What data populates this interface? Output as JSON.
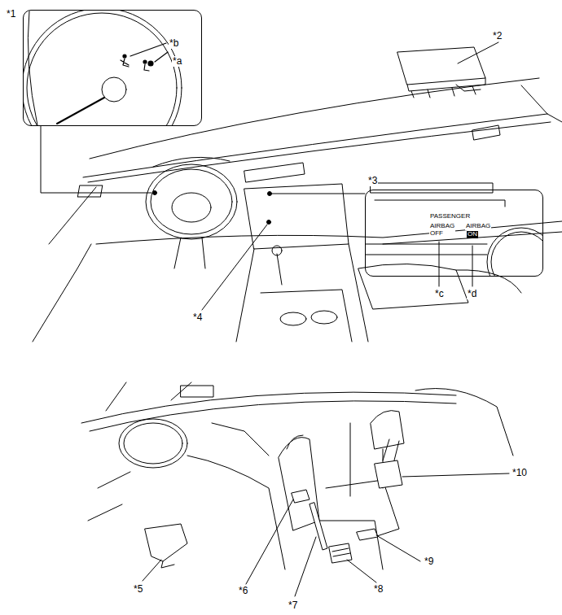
{
  "diagram": {
    "nodes": [
      {
        "text": [
          "*1",
          "*b",
          "*a"
        ]
      },
      {
        "text": [
          "*3",
          "PASSENGER",
          "AIRBAG OFF",
          "AIRBAG",
          "ON"
        ]
      }
    ],
    "labels": [
      "*2",
      "*4",
      "*c",
      "*d",
      "*10",
      "*9",
      "*5",
      "*6",
      "*8",
      "*7"
    ]
  }
}
